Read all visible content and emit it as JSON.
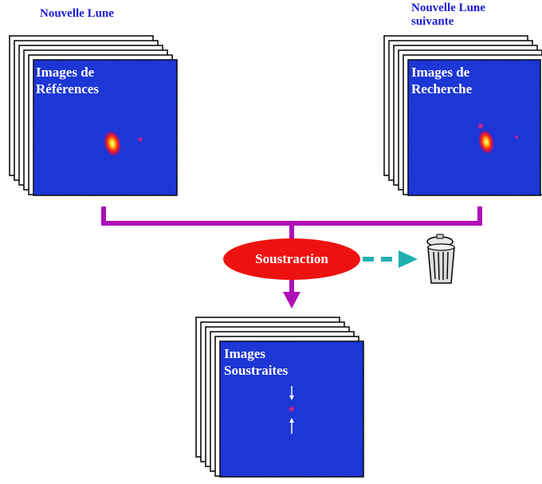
{
  "reference": {
    "caption": "Nouvelle Lune",
    "label_line1": "Images de",
    "label_line2": "Références"
  },
  "search": {
    "caption_line1": "Nouvelle Lune",
    "caption_line2": "suivante",
    "label_line1": "Images de",
    "label_line2": "Recherche"
  },
  "process": {
    "label": "Soustraction"
  },
  "result": {
    "label_line1": "Images",
    "label_line2": "Soustraites"
  },
  "icons": {
    "trash": "trash-can-icon"
  },
  "colors": {
    "caption": "#1a1ad8",
    "connector": "#b010b8",
    "process_oval": "#ee1111",
    "discard_arrow": "#20b0b0",
    "image_background": "#1830d8"
  }
}
